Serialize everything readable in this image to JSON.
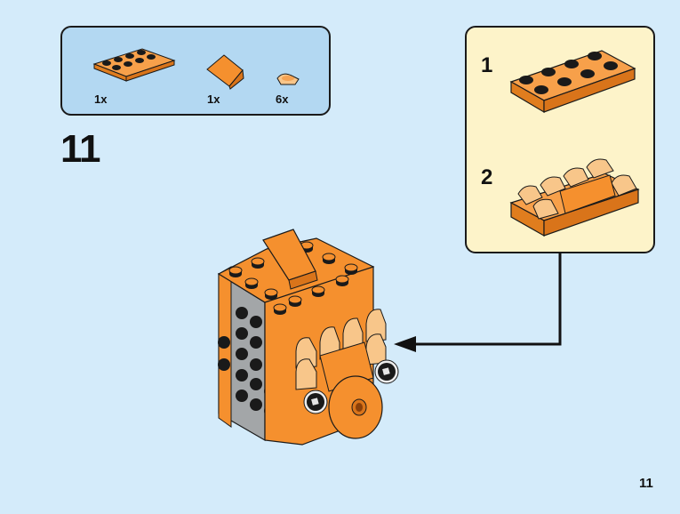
{
  "step": {
    "number": "11"
  },
  "page": {
    "number": "11"
  },
  "parts_list": {
    "items": [
      {
        "part": "plate-2x4-orange",
        "quantity": "1x"
      },
      {
        "part": "slope-orange",
        "quantity": "1x"
      },
      {
        "part": "round-tile-trans-orange",
        "quantity": "6x"
      }
    ]
  },
  "sub_assembly": {
    "steps": [
      {
        "number": "1",
        "description": "plate-2x4-orange"
      },
      {
        "number": "2",
        "description": "plate with trans-orange round tiles and slope"
      }
    ]
  },
  "colors": {
    "background": "#d4ebfa",
    "parts_box": "#b3d8f2",
    "callout": "#fdf3c9",
    "brick_orange": "#f5902e",
    "brick_grey": "#a3a6a8",
    "trans_orange": "#f8c68a"
  }
}
